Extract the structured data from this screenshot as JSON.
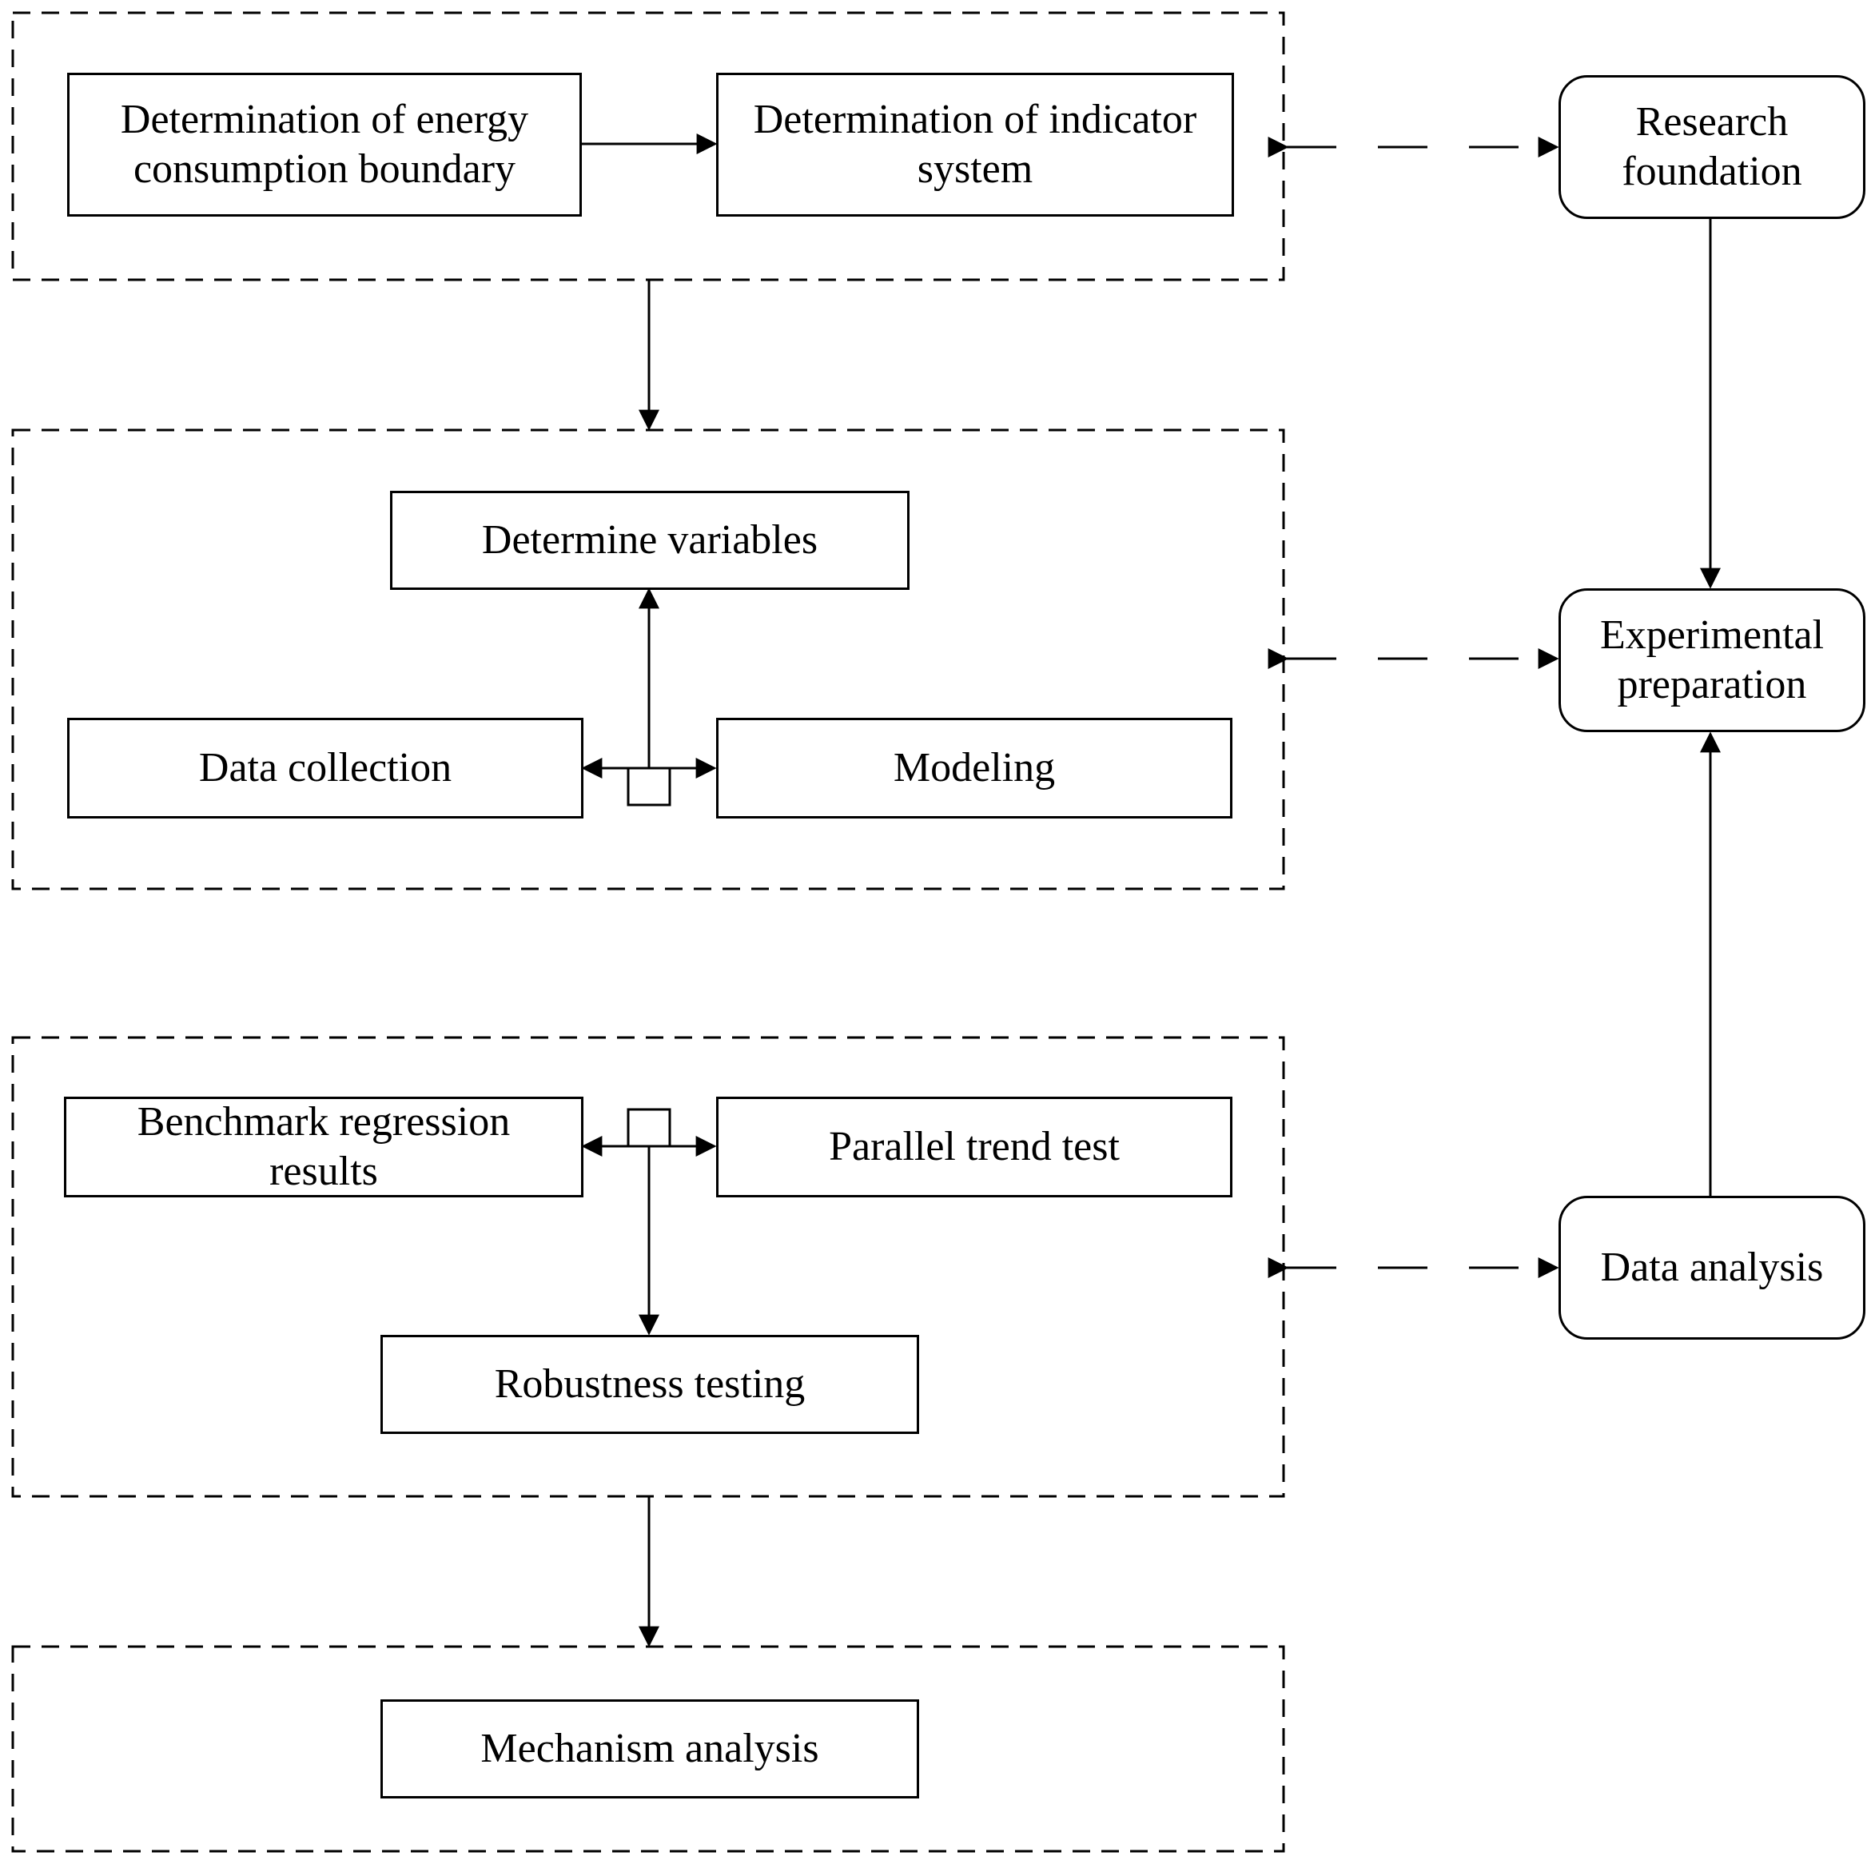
{
  "stage1": {
    "energy_boundary": [
      "Determination of energy",
      "consumption boundary"
    ],
    "indicator_system": [
      "Determination of indicator",
      "system"
    ]
  },
  "stage2": {
    "determine_variables": "Determine variables",
    "data_collection": "Data collection",
    "modeling": "Modeling"
  },
  "stage3": {
    "benchmark": [
      "Benchmark regression",
      "results"
    ],
    "parallel_trend": "Parallel trend test",
    "robustness": "Robustness testing"
  },
  "stage4": {
    "mechanism": "Mechanism analysis"
  },
  "side": {
    "research_foundation": [
      "Research",
      "foundation"
    ],
    "experimental_preparation": [
      "Experimental",
      "preparation"
    ],
    "data_analysis": "Data analysis"
  }
}
